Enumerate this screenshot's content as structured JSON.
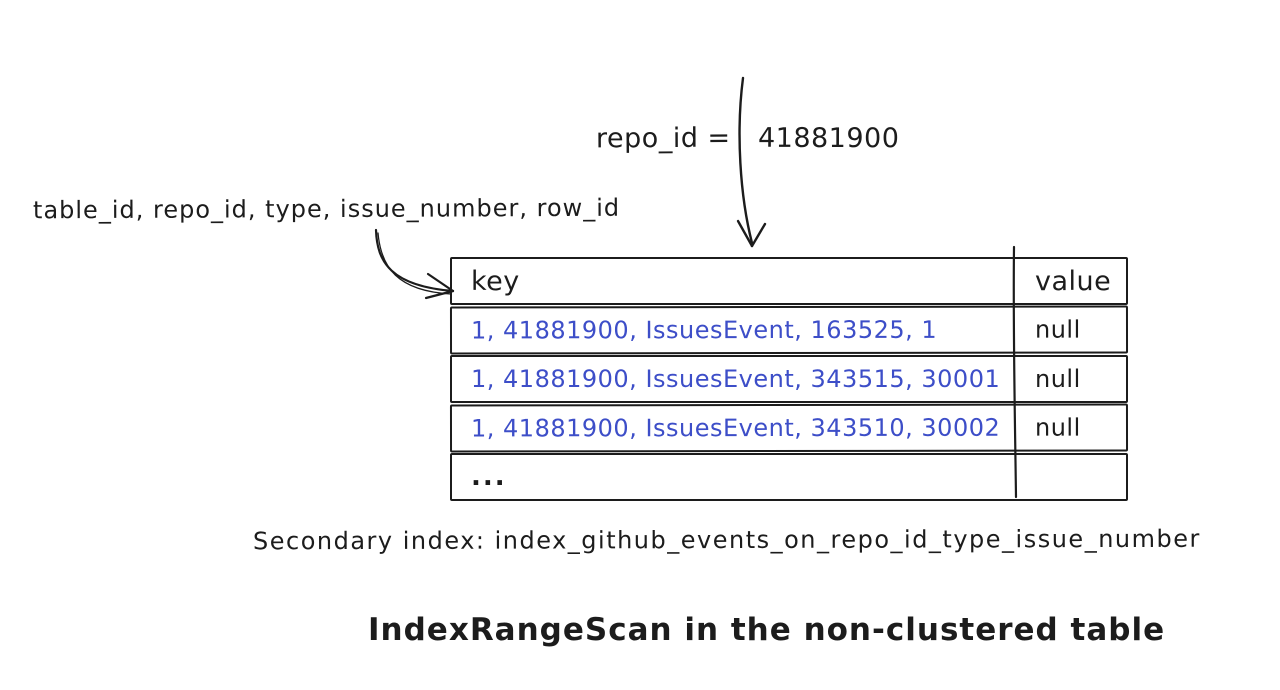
{
  "annotation_top": {
    "label": "repo_id =",
    "value": "41881900"
  },
  "key_columns_label": "table_id, repo_id, type, issue_number, row_id",
  "table": {
    "headers": [
      "key",
      "value"
    ],
    "rows": [
      {
        "key": "1, 41881900, IssuesEvent, 163525, 1",
        "value": "null"
      },
      {
        "key": "1, 41881900, IssuesEvent, 343515, 30001",
        "value": "null"
      },
      {
        "key": "1, 41881900, IssuesEvent, 343510, 30002",
        "value": "null"
      },
      {
        "key": "...",
        "value": ""
      }
    ]
  },
  "caption": "Secondary index: index_github_events_on_repo_id_type_issue_number",
  "title": "IndexRangeScan in the non-clustered table",
  "colors": {
    "ink": "#1c1c1c",
    "key_text": "#3d4ec8"
  }
}
